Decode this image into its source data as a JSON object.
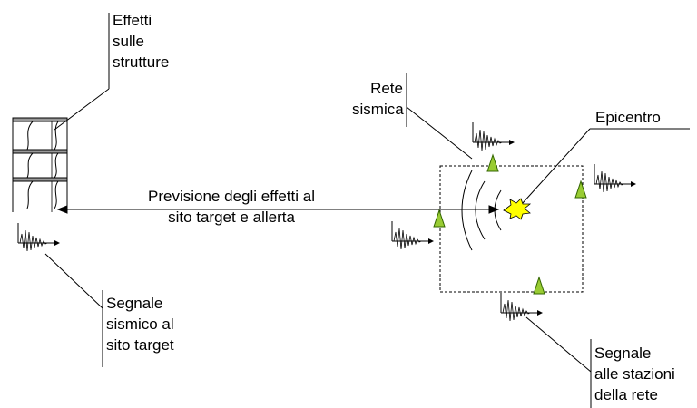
{
  "callouts": {
    "effects": [
      "Effetti",
      "sulle",
      "strutture"
    ],
    "network": [
      "Rete",
      "sismica"
    ],
    "epicenter": "Epicentro",
    "site_signal": [
      "Segnale",
      "sismico al",
      "sito target"
    ],
    "station_signal": [
      "Segnale",
      "alle stazioni",
      "della rete"
    ]
  },
  "arrow_label": [
    "Previsione degli effetti al",
    "sito target e allerta"
  ],
  "colors": {
    "station_fill": "#99cc33",
    "station_stroke": "#336600",
    "epicenter_fill": "#ffff00",
    "floor_fill": "#999999",
    "line": "#000000"
  }
}
